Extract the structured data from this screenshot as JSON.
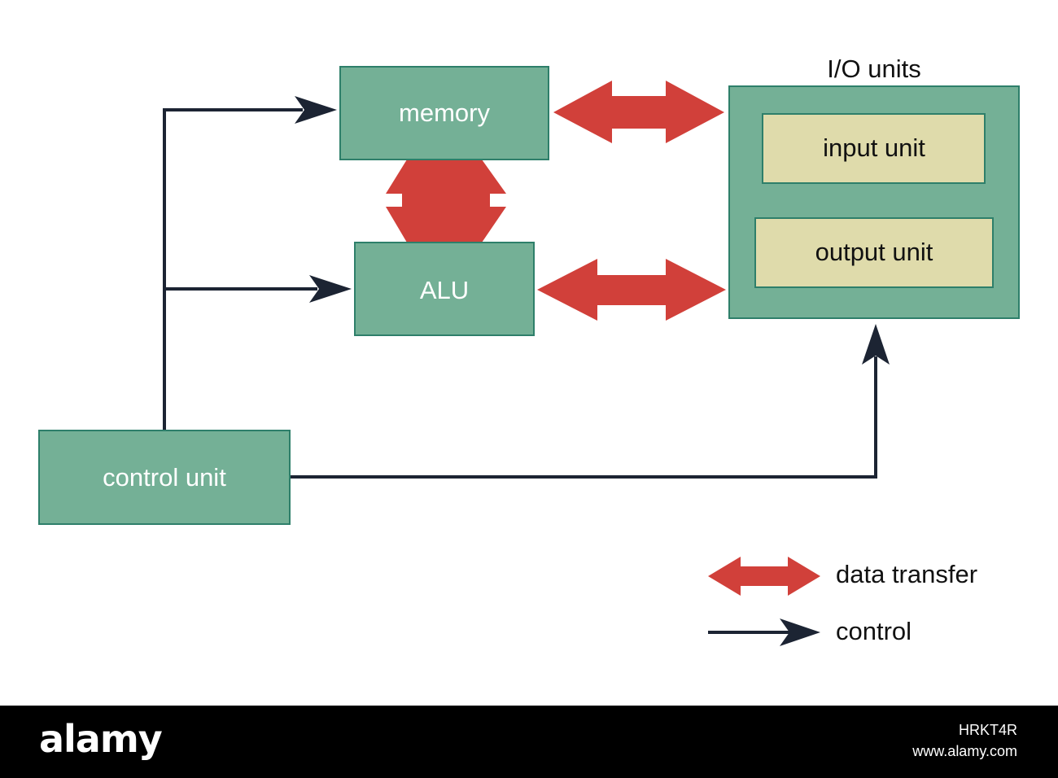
{
  "colors": {
    "box_fill": "#74b096",
    "box_stroke": "#2e7f6a",
    "inner_fill": "#dfdbab",
    "data_arrow": "#d1403a",
    "control_line": "#1c2433",
    "text_light": "#ffffff",
    "text_dark": "#111111"
  },
  "nodes": {
    "memory": "memory",
    "alu": "ALU",
    "control_unit": "control unit",
    "io_title": "I/O units",
    "input_unit": "input unit",
    "output_unit": "output unit"
  },
  "legend": {
    "data_transfer": "data transfer",
    "control": "control"
  },
  "edges": [
    {
      "from": "memory",
      "to": "ALU",
      "kind": "data transfer"
    },
    {
      "from": "memory",
      "to": "I/O units",
      "kind": "data transfer"
    },
    {
      "from": "ALU",
      "to": "I/O units",
      "kind": "data transfer"
    },
    {
      "from": "control unit",
      "to": "memory",
      "kind": "control"
    },
    {
      "from": "control unit",
      "to": "ALU",
      "kind": "control"
    },
    {
      "from": "control unit",
      "to": "I/O units",
      "kind": "control"
    }
  ],
  "footer": {
    "logo": "alamy",
    "image_id": "HRKT4R",
    "url": "www.alamy.com"
  }
}
